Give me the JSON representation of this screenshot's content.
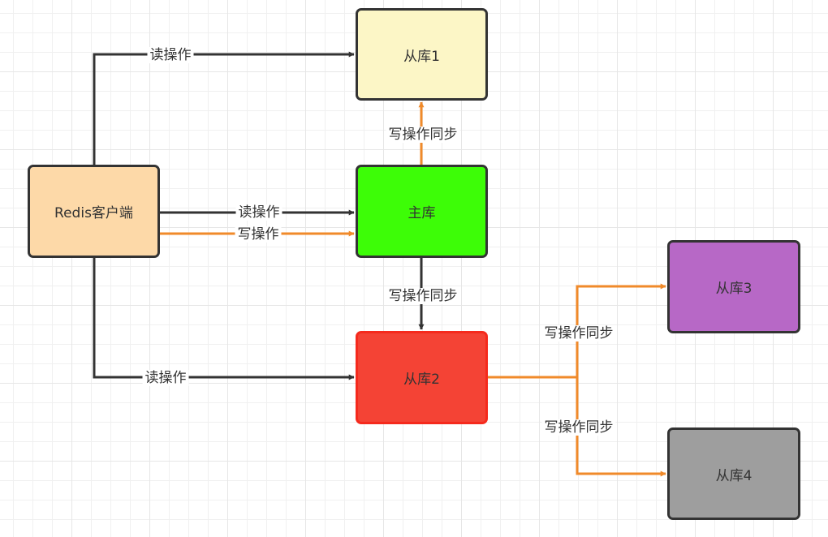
{
  "colors": {
    "read_edge": "#333333",
    "write_edge": "#f08a2a",
    "node_border": "#333333"
  },
  "nodes": {
    "client": {
      "label": "Redis客户端",
      "fill": "#fdd9a8"
    },
    "master": {
      "label": "主库",
      "fill": "#3dfd07"
    },
    "slave1": {
      "label": "从库1",
      "fill": "#fcf6c6"
    },
    "slave2": {
      "label": "从库2",
      "fill": "#f44335"
    },
    "slave3": {
      "label": "从库3",
      "fill": "#b768c6"
    },
    "slave4": {
      "label": "从库4",
      "fill": "#9e9e9e"
    }
  },
  "edges": [
    {
      "from": "client",
      "to": "slave1",
      "label": "读操作",
      "kind": "read"
    },
    {
      "from": "client",
      "to": "master",
      "label": "读操作",
      "kind": "read"
    },
    {
      "from": "client",
      "to": "master",
      "label": "写操作",
      "kind": "write"
    },
    {
      "from": "client",
      "to": "slave2",
      "label": "读操作",
      "kind": "read"
    },
    {
      "from": "master",
      "to": "slave1",
      "label": "写操作同步",
      "kind": "write"
    },
    {
      "from": "master",
      "to": "slave2",
      "label": "写操作同步",
      "kind": "read"
    },
    {
      "from": "slave2",
      "to": "slave3",
      "label": "写操作同步",
      "kind": "write"
    },
    {
      "from": "slave2",
      "to": "slave4",
      "label": "写操作同步",
      "kind": "write"
    }
  ]
}
